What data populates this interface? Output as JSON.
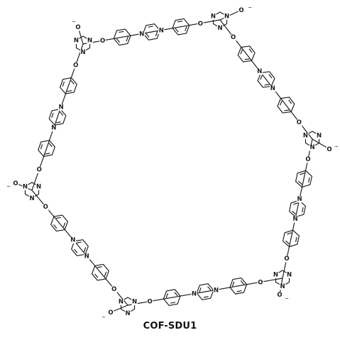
{
  "caption": "COF-SDU1",
  "atoms": {
    "oxygen": "O",
    "nitrogen": "N",
    "wavy_end": "~"
  },
  "colors": {
    "line": "#1a1a1a",
    "background": "#ffffff"
  }
}
